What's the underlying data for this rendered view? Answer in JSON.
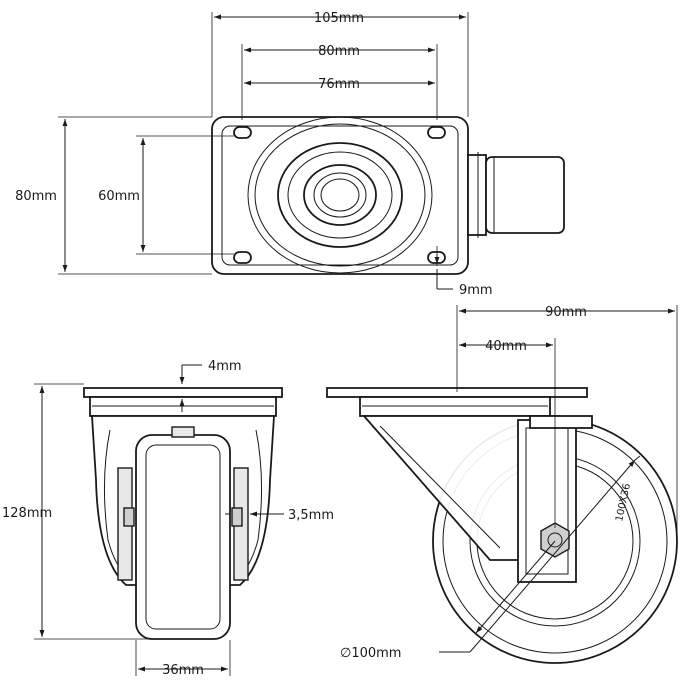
{
  "dimensions": {
    "plate_length": "105mm",
    "hole_spacing_outer": "80mm",
    "hole_spacing_inner": "76mm",
    "plate_width": "80mm",
    "hole_spacing_width": "60mm",
    "slot_size": "9mm",
    "offset_total": "90mm",
    "offset": "40mm",
    "plate_thickness": "4mm",
    "height": "128mm",
    "fork_thickness": "3,5mm",
    "wheel_width": "36mm",
    "wheel_diameter": "∅100mm"
  },
  "wheel_marking": "100X36"
}
